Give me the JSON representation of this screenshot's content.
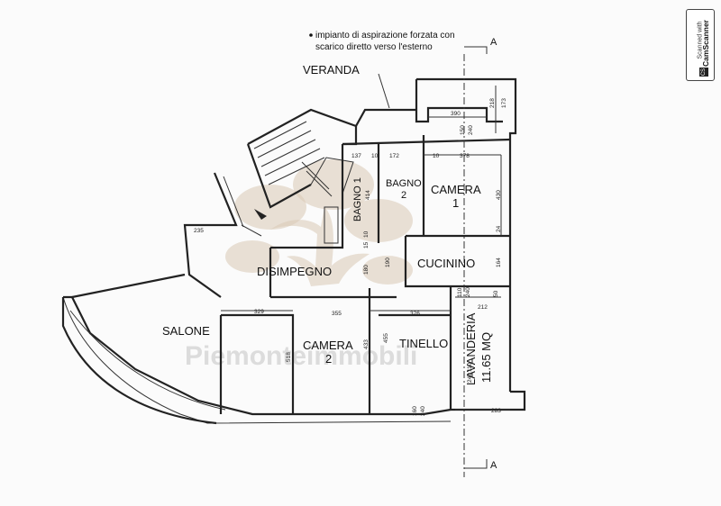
{
  "note": {
    "line1": "impianto di aspirazione forzata con",
    "line2": "scarico diretto verso l'esterno"
  },
  "section_marker": "A",
  "rooms": {
    "veranda": "VERANDA",
    "bagno1": "BAGNO 1",
    "bagno2_line1": "BAGNO",
    "bagno2_line2": "2",
    "camera1_line1": "CAMERA",
    "camera1_line2": "1",
    "disimpegno": "DISIMPEGNO",
    "cucinino": "CUCININO",
    "salone": "SALONE",
    "camera2_line1": "CAMERA",
    "camera2_line2": "2",
    "tinello": "TINELLO",
    "lavanderia_line1": "LAVANDERIA",
    "lavanderia_line2": "11.65 MQ"
  },
  "dimensions": {
    "d390": "390",
    "d218": "218",
    "d173": "173",
    "d150": "150",
    "d240a": "240",
    "d137": "137",
    "d10a": "10",
    "d172": "172",
    "d10b": "10",
    "d378": "378",
    "d414": "414",
    "d430": "430",
    "d24": "24",
    "d235": "235",
    "d164": "164",
    "d15": "15",
    "d10c": "10",
    "d180": "180",
    "d190": "190",
    "d110a": "110",
    "d240b": "240",
    "d50": "50",
    "d212": "212",
    "d329": "329",
    "d355": "355",
    "d326": "326",
    "d518": "518",
    "d433": "433",
    "d455": "455",
    "d110b": "110",
    "d240c": "240",
    "d283": "283",
    "d160": "160",
    "d240d": "240"
  },
  "watermark": "Piemonteimmobili",
  "scanner": {
    "scanned_with": "Scanned with",
    "brand": "CamScanner",
    "logo": "CS"
  }
}
